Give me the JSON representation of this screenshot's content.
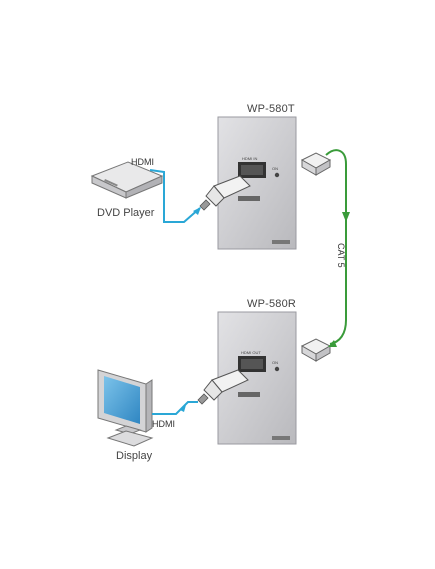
{
  "labels": {
    "transmitter_model": "WP-580T",
    "receiver_model": "WP-580R",
    "dvd_player": "DVD Player",
    "display": "Display",
    "hdmi_top": "HDMI",
    "hdmi_bottom": "HDMI",
    "cat5": "CAT 5"
  },
  "colors": {
    "hdmi_cable": "#2aa7d6",
    "cat5_cable": "#3a9b3a",
    "plate": "#cfcfd2",
    "screen": "#4a9fd4"
  }
}
